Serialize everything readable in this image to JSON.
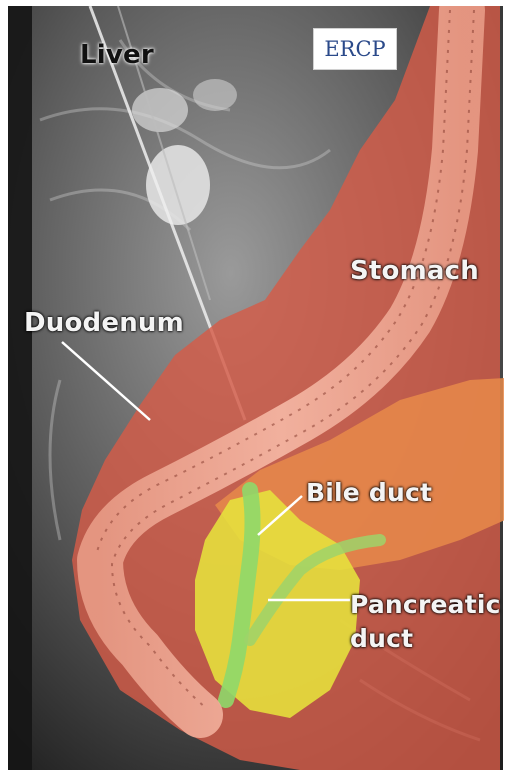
{
  "image": {
    "subject": "ERCP X-ray",
    "colors": {
      "duodenum_overlay": "#d45b48",
      "endoscope": "#f0a58f",
      "pancreas_overlay": "#e6e23c",
      "bile_duct": "#8fd86a",
      "pancreatic_region_orange": "#e8894a"
    }
  },
  "labels": {
    "badge": "ERCP",
    "liver": "Liver",
    "stomach": "Stomach",
    "duodenum": "Duodenum",
    "bile_duct": "Bile duct",
    "pancreatic_line1": "Pancreatic",
    "pancreatic_line2": "duct"
  }
}
